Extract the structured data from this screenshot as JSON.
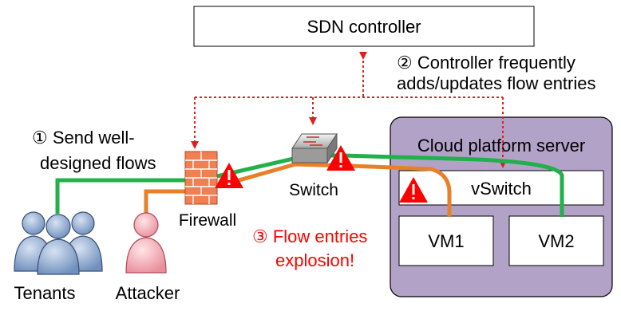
{
  "controller": {
    "label": "SDN controller"
  },
  "annotations": {
    "step1": {
      "line1": "① Send well-",
      "line2": "designed flows"
    },
    "step2": {
      "line1": "② Controller frequently",
      "line2": "adds/updates flow entries"
    },
    "step3": {
      "line1": "③ Flow entries",
      "line2": "explosion!"
    }
  },
  "nodes": {
    "firewall": "Firewall",
    "switch": "Switch",
    "cloud_server": "Cloud platform server",
    "vswitch": "vSwitch",
    "vm1": "VM1",
    "vm2": "VM2",
    "tenants": "Tenants",
    "attacker": "Attacker"
  },
  "colors": {
    "tenant_flow": "#22b04b",
    "attacker_flow": "#e8802a",
    "control_link": "#e02020",
    "server_bg": "#b3a2c7",
    "warning": "#ff0000",
    "step3_text": "#ff0000",
    "tenant_fill": "#8fa6c8",
    "attacker_fill": "#f5b8c0"
  }
}
